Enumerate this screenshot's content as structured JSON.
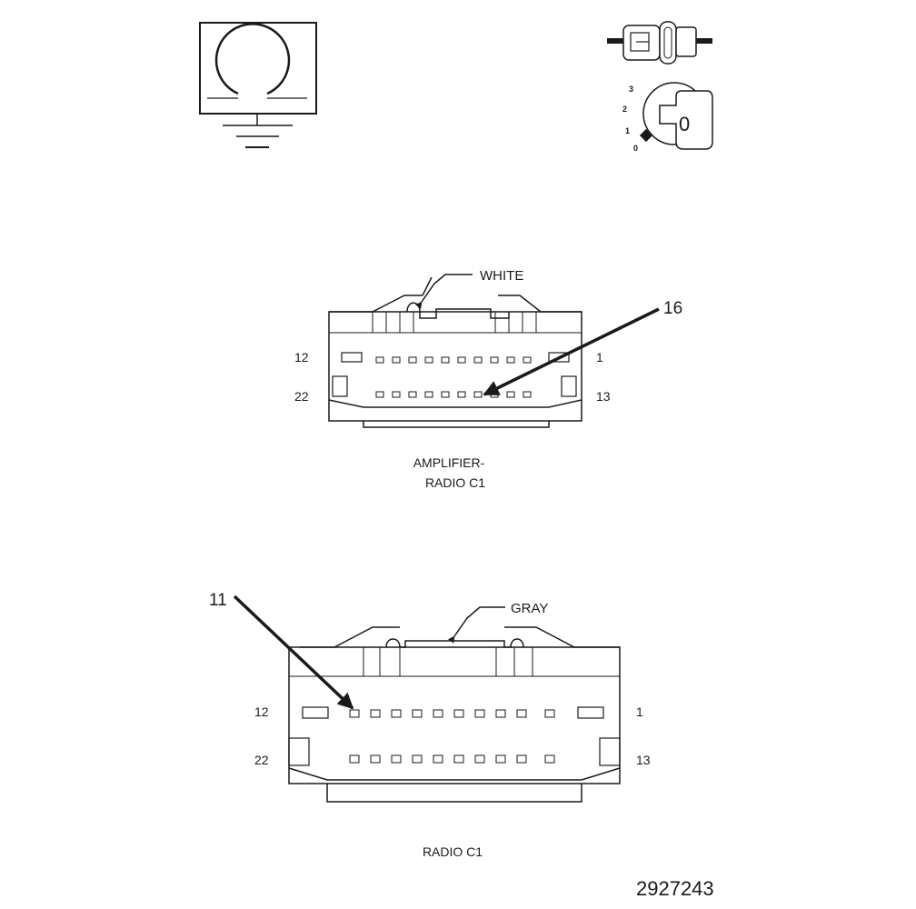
{
  "ground_symbol": {
    "icon": "ground-loop-icon"
  },
  "ignition_icon": {
    "icon": "ignition-key-switch-icon",
    "positions": [
      "3",
      "2",
      "1",
      "0"
    ],
    "key_label": "0"
  },
  "connector_top": {
    "title_line1": "AMPLIFIER-",
    "title_line2": "RADIO C1",
    "color_label": "WHITE",
    "pin_callout": "16",
    "pin_labels": {
      "top_left": "12",
      "top_right": "1",
      "bottom_left": "22",
      "bottom_right": "13"
    }
  },
  "connector_bottom": {
    "title": "RADIO C1",
    "color_label": "GRAY",
    "pin_callout": "11",
    "pin_labels": {
      "top_left": "12",
      "top_right": "1",
      "bottom_left": "22",
      "bottom_right": "13"
    }
  },
  "figure_number": "2927243"
}
